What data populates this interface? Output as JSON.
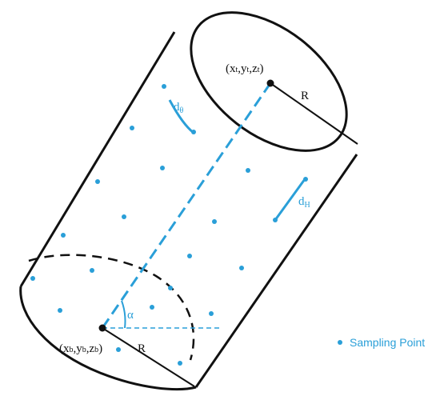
{
  "labels": {
    "top_point": "(x",
    "top_point_sub": "t",
    "top_point_y": ",y",
    "top_point_y_sub": "t",
    "top_point_z": ",z",
    "top_point_z_sub": "t",
    "top_point_close": ")",
    "bottom_point": "(x",
    "bottom_point_sub": "b",
    "bottom_point_y": ",y",
    "bottom_point_y_sub": "b",
    "bottom_point_z": ",z",
    "bottom_point_z_sub": "b",
    "bottom_point_close": ")",
    "radius_top": "R",
    "radius_bottom": "R",
    "angle": "α",
    "d_theta": "d",
    "d_theta_sub": "θ",
    "d_h": "d",
    "d_h_sub": "H"
  },
  "legend": {
    "sampling_point": "Sampling Point"
  },
  "colors": {
    "outline": "#111111",
    "accent": "#2a9fd8"
  },
  "sampling_point_count": 21
}
